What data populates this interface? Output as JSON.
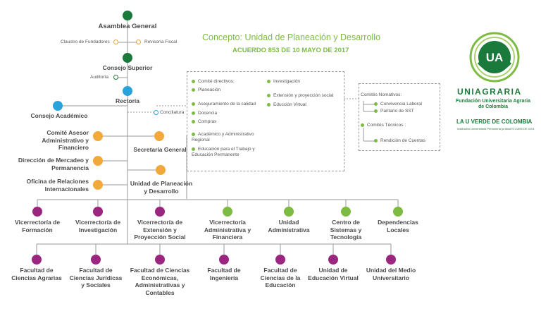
{
  "header": {
    "title": "Concepto: Unidad de Planeación y Desarrollo",
    "subtitle": "ACUERDO 853  DE  10 MAYO DE 2017"
  },
  "brand": {
    "logo_letters": "UA",
    "name": "UNIAGRARIA",
    "full_name": "Fundación Universitaria Agraria de Colombia",
    "slogan": "LA U VERDE DE COLOMBIA",
    "legal": "Institución Universitaria Personería jurídica N°21595 DE 4/2/4"
  },
  "colors": {
    "green_dark": "#1a7a3b",
    "blue": "#2aa3dc",
    "orange": "#f2a93b",
    "green": "#7dbb42",
    "purple": "#9b2680",
    "line": "#9a9a9a"
  },
  "org": {
    "asamblea": "Asamblea General",
    "claustro": "Claustro de Fundadores",
    "revisoria": "Revisoría Fiscal",
    "consejo_superior": "Consejo Superior",
    "auditoria": "Auditoría",
    "rectoria": "Rectoría",
    "consejo_academico": "Consejo Académico",
    "conciliatura": "Conciliatura",
    "comite_asesor": "Comité Asesor Administrativo y Financiero",
    "direccion_mercadeo": "Dirección de Mercadeo y Permanencia",
    "oficina_relaciones": "Oficina de Relaciones Internacionales",
    "secretaria": "Secretaría General",
    "unidad_planeacion": "Unidad de Planeación y Desarrollo"
  },
  "committees": {
    "col1": [
      "Comité directivos:",
      "Planeación",
      "Aseguramiento de la calidad",
      "Docencia",
      "Compras",
      "Académico y Administrativo Regional",
      "Educación para el Trabajo y Educación Permanente"
    ],
    "col2": [
      "Investigación",
      "Extensión y proyección social",
      "Educción Virtual"
    ],
    "normativos_title": "Comités Nomativos:",
    "normativos": [
      "Convivencia Laboral",
      "Paritario de SST"
    ],
    "tecnicos_title": "Comités Técnicos :",
    "tecnicos": [
      "Rendición de Cuentas"
    ]
  },
  "vicerrectorias": [
    "Vicerrectoría de Formación",
    "Vicerrectoría de Investigación",
    "Vicerrectoría de Extensión y Proyección Social",
    "Vicerrectoría Administrativa y Financiera",
    "Unidad Administrativa",
    "Centro de Sistemas y Tecnología",
    "Dependencias Locales"
  ],
  "facultades": [
    "Facultad de Ciencias Agrarias",
    "Facultad de Ciencias Jurídicas y Sociales",
    "Facultad de Ciencias Económicas, Administrativas y Contables",
    "Facultad de Ingeniería",
    "Facultad de Ciencias de la Educación",
    "Unidad de Educación Virtual",
    "Unidad del Medio Universitario"
  ]
}
